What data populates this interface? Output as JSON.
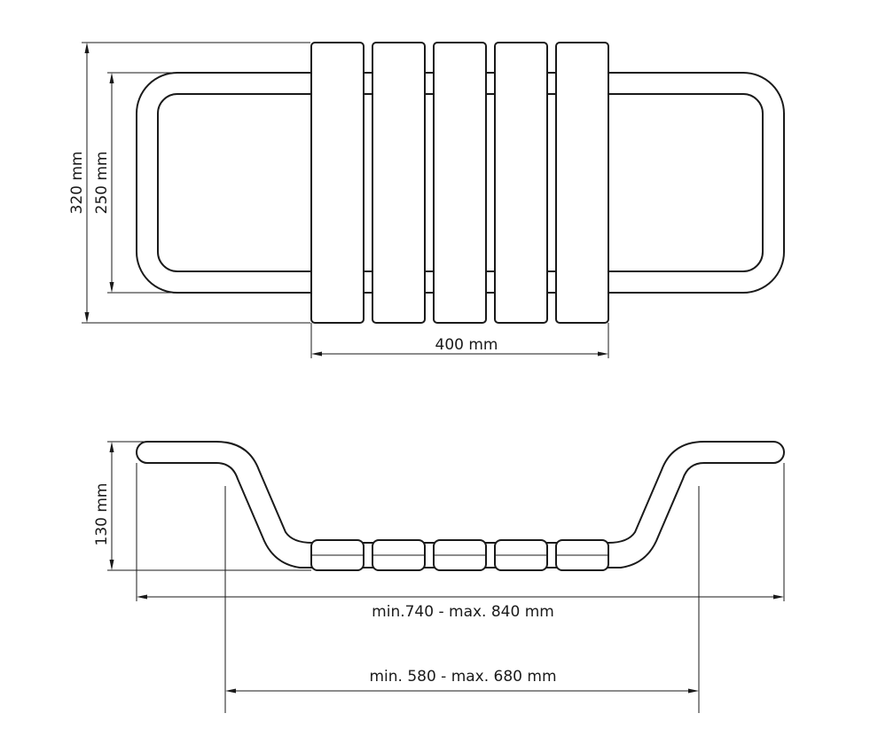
{
  "top_view": {
    "height_outer": "320 mm",
    "height_inner": "250 mm",
    "width_seat": "400 mm",
    "slat_count": 5
  },
  "side_view": {
    "depth": "130 mm",
    "width_outer": "min.740 - max. 840 mm",
    "width_inner": "min. 580 - max. 680 mm"
  },
  "colors": {
    "line": "#1a1a1a",
    "background": "#ffffff"
  }
}
